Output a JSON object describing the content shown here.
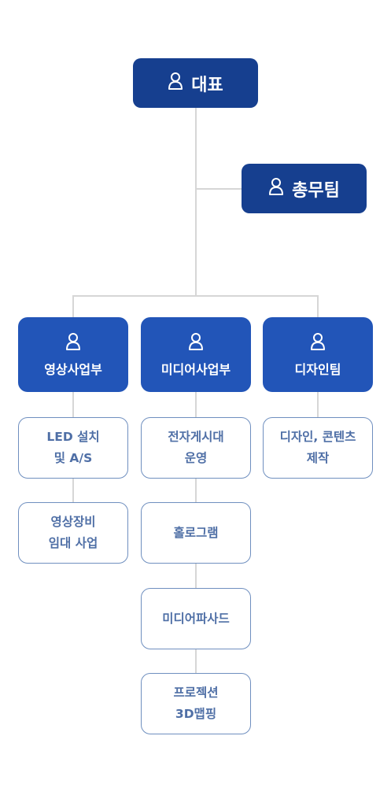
{
  "ceo": {
    "label": "대표",
    "icon": "person-icon"
  },
  "general_affairs": {
    "label": "총무팀",
    "icon": "person-icon"
  },
  "departments": [
    {
      "label": "영상사업부",
      "icon": "person-icon",
      "items": [
        [
          "LED 설치",
          "및 A/S"
        ],
        [
          "영상장비",
          "임대 사업"
        ]
      ]
    },
    {
      "label": "미디어사업부",
      "icon": "person-icon",
      "items": [
        [
          "전자게시대",
          "운영"
        ],
        [
          "홀로그램"
        ],
        [
          "미디어파사드"
        ],
        [
          "프로젝션",
          "3D맵핑"
        ]
      ]
    },
    {
      "label": "디자인팀",
      "icon": "person-icon",
      "items": [
        [
          "디자인, 콘텐츠",
          "제작"
        ]
      ]
    }
  ],
  "colors": {
    "dark": "#163f8f",
    "blue": "#2255b8",
    "box_border": "#6f8fbf",
    "box_text": "#4f6fa6",
    "line": "#d6d6d6"
  }
}
